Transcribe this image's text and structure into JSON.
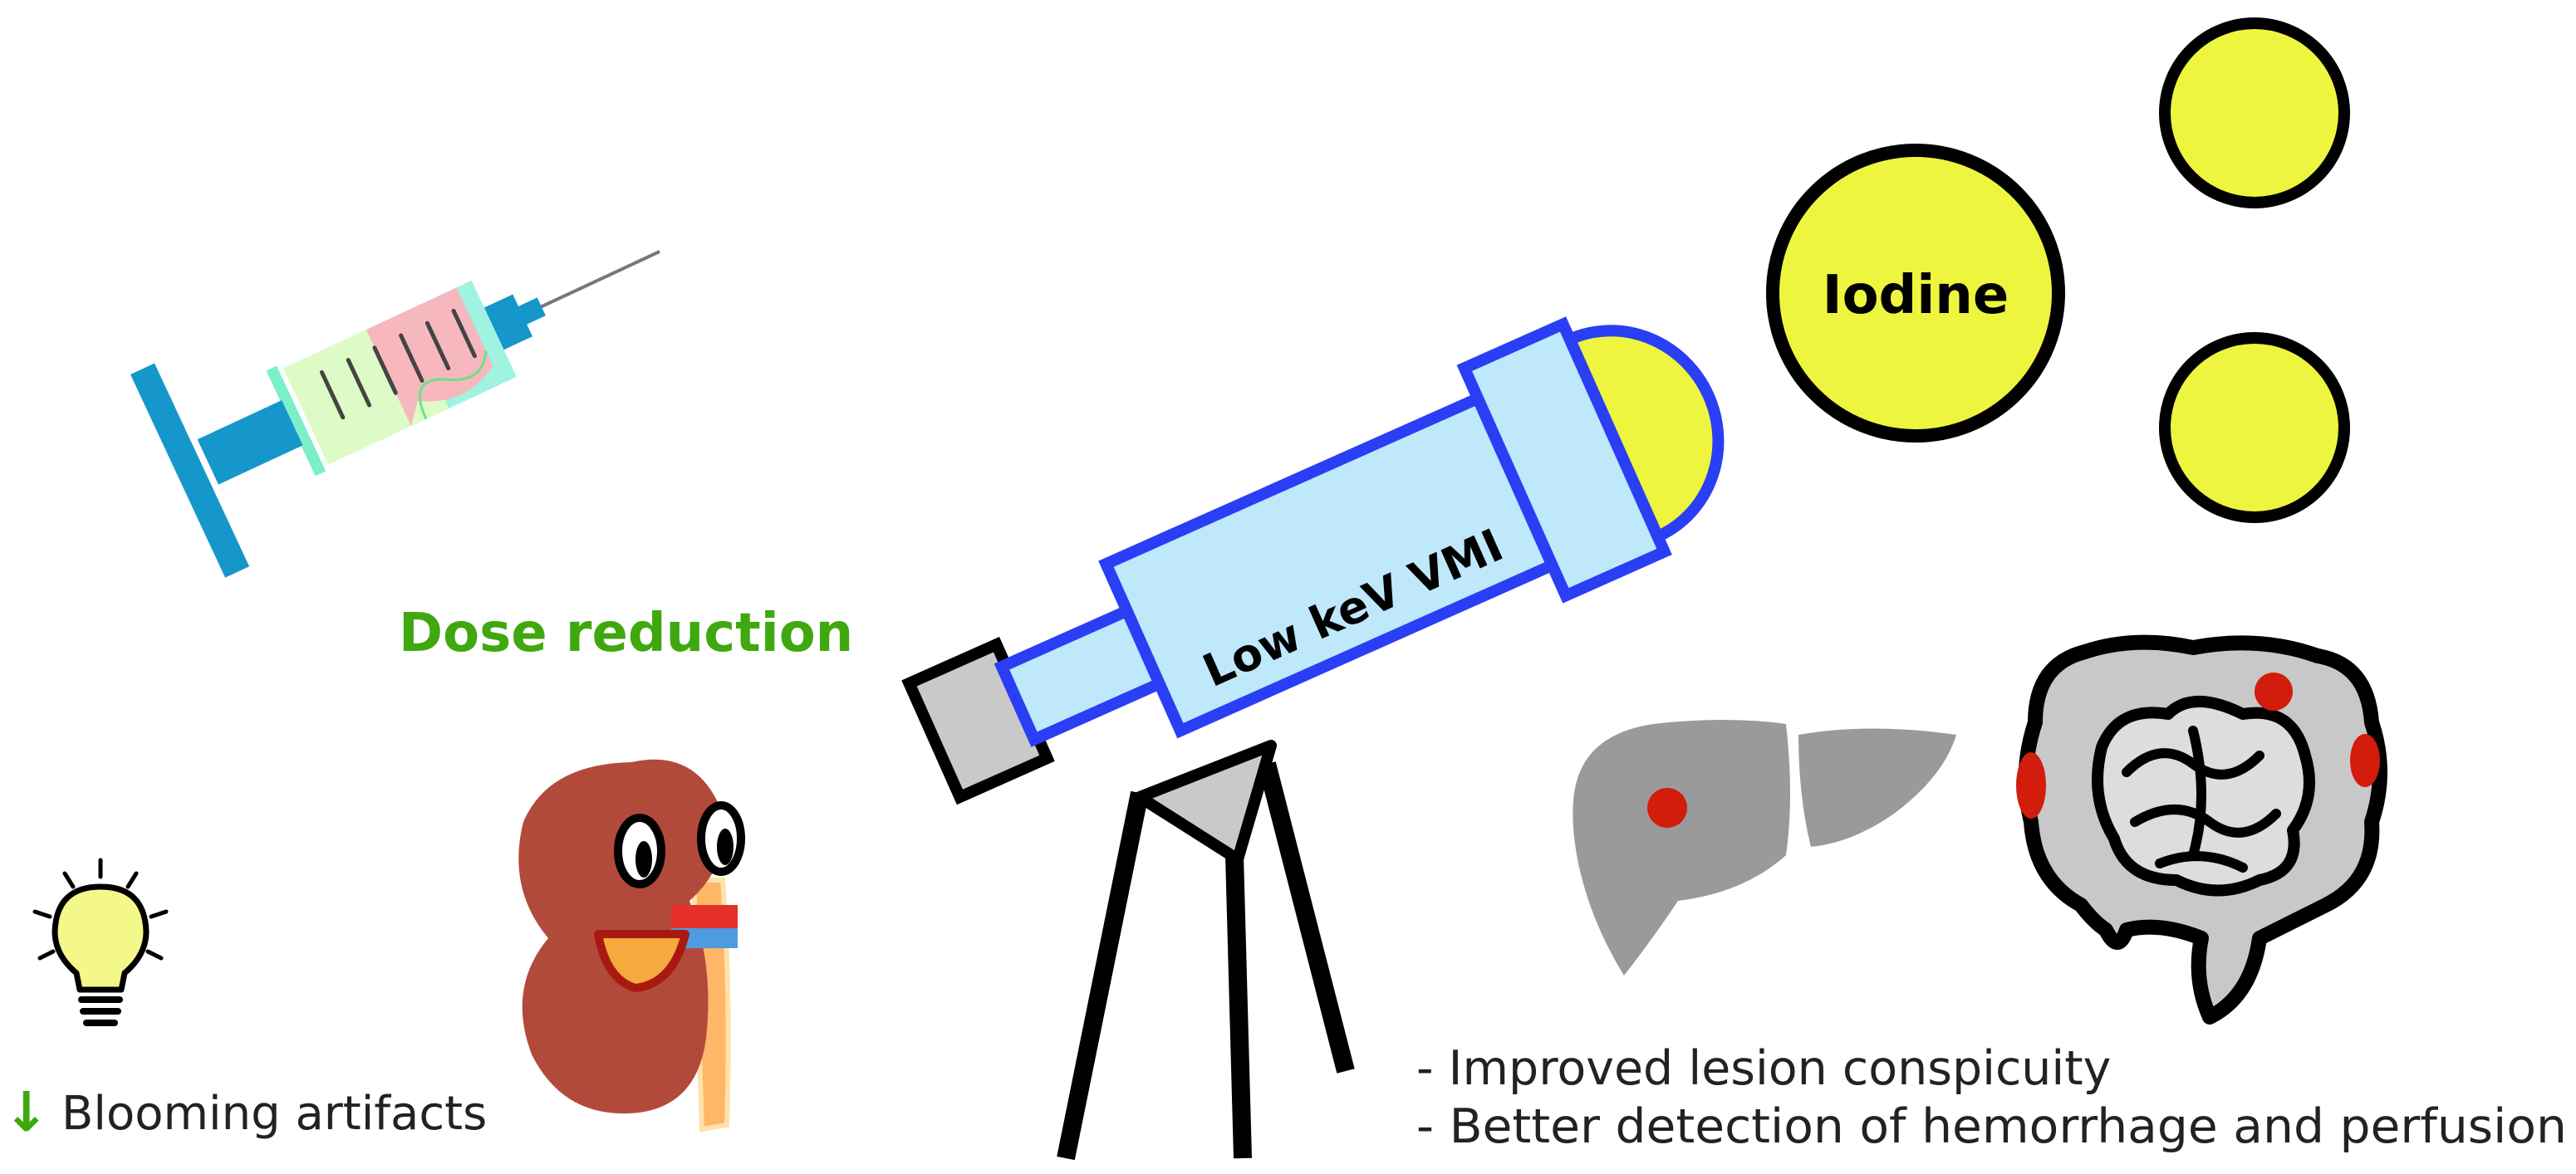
{
  "labels": {
    "iodine": "Iodine",
    "scope": "Low keV VMI",
    "dose": "Dose reduction",
    "blooming_arrow": "↓",
    "blooming": "Blooming artifacts",
    "benefit_1": "- Improved lesion conspicuity",
    "benefit_2": "- Better detection of hemorrhage and perfusion"
  },
  "colors": {
    "iodine_fill": "#EEF53E",
    "scope_fill": "#BFE8FA",
    "scope_stroke": "#2A3EF5",
    "dose_green": "#3FA80F",
    "lesion_red": "#D21C0C",
    "organ_gray": "#9A9A9A",
    "kidney_brown": "#B24A3C",
    "syringe_blue": "#1597CC"
  },
  "icons": [
    "syringe-icon",
    "telescope-icon",
    "iodine-circle-icon",
    "liver-icon",
    "bowel-icon",
    "kidney-icon",
    "lightbulb-icon"
  ]
}
